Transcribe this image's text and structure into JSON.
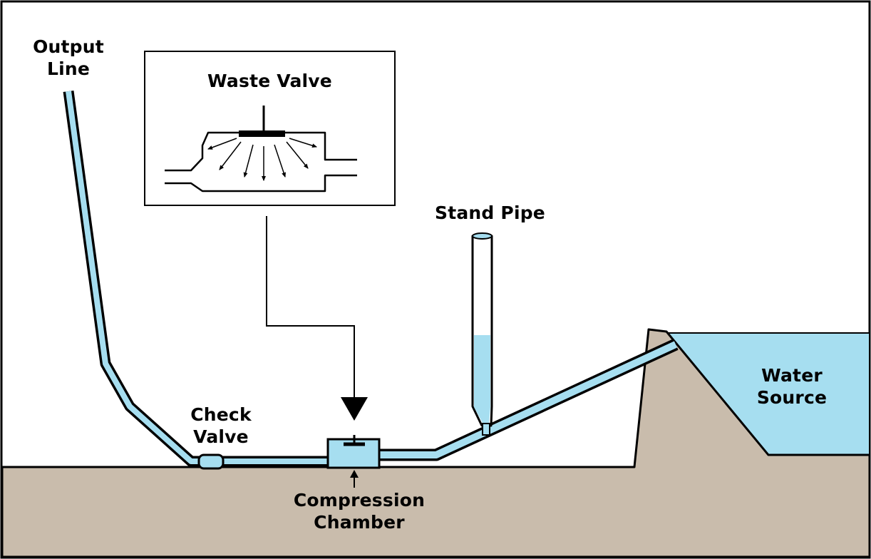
{
  "labels": {
    "output_line": [
      "Output",
      "Line"
    ],
    "waste_valve": "Waste Valve",
    "stand_pipe": "Stand Pipe",
    "water_source": [
      "Water",
      "Source"
    ],
    "check_valve": [
      "Check",
      "Valve"
    ],
    "compression_chamber": [
      "Compression",
      "Chamber"
    ]
  },
  "colors": {
    "water": "#a6def0",
    "ground": "#c9bcac",
    "outline": "#000000",
    "background": "#ffffff"
  }
}
